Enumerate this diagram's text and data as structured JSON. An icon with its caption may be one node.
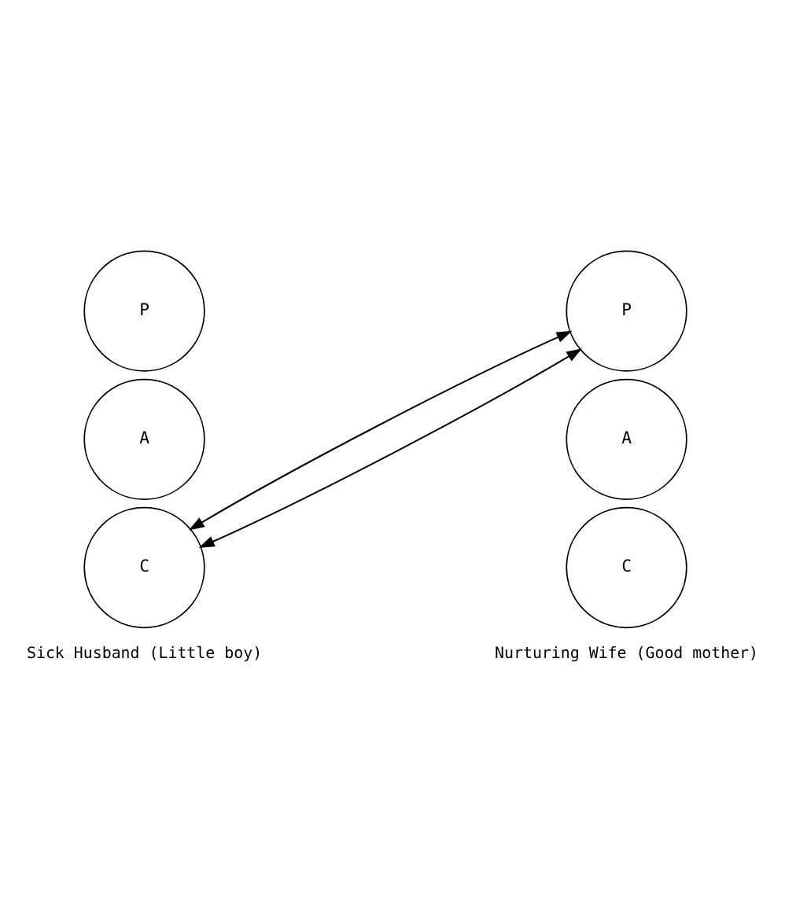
{
  "diagram": {
    "nodes": [
      {
        "text": [
          "P"
        ]
      },
      {
        "text": [
          "A"
        ]
      },
      {
        "text": [
          "C"
        ]
      },
      {
        "text": [
          "P"
        ]
      },
      {
        "text": [
          "A"
        ]
      },
      {
        "text": [
          "C"
        ]
      }
    ],
    "edges": [
      {
        "from": 2,
        "to": 3,
        "arrow": "both"
      },
      {
        "from": 2,
        "to": 3,
        "arrow": "both"
      }
    ],
    "labels": [
      "Sick Husband (Little boy)",
      "Nurturing Wife (Good mother)"
    ]
  }
}
